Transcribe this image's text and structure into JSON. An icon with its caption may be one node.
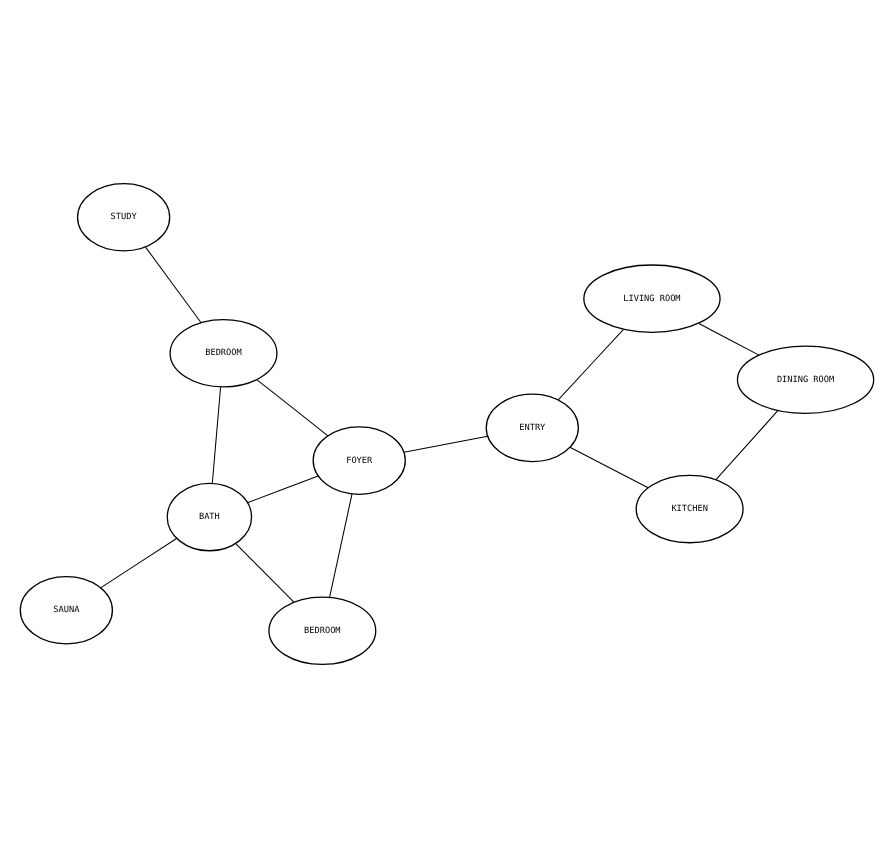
{
  "diagram": {
    "nodes": [
      {
        "text": [
          "STUDY"
        ]
      },
      {
        "text": [
          "LIVING ROOM"
        ]
      },
      {
        "text": [
          "SAUNA"
        ]
      },
      {
        "text": [
          "BEDROOM"
        ]
      },
      {
        "text": [
          "DINING ROOM"
        ]
      },
      {
        "text": [
          "BATH"
        ]
      },
      {
        "text": [
          "ENTRY"
        ]
      },
      {
        "text": [
          "FOYER"
        ]
      },
      {
        "text": [
          "BEDROOM"
        ]
      },
      {
        "text": [
          "KITCHEN"
        ]
      }
    ],
    "edges": [
      {
        "from": 0,
        "to": 3,
        "arrow": "none"
      },
      {
        "from": 1,
        "to": 6,
        "arrow": "none"
      },
      {
        "from": 1,
        "to": 4,
        "arrow": "none"
      },
      {
        "from": 2,
        "to": 5,
        "arrow": "none"
      },
      {
        "from": 3,
        "to": 5,
        "arrow": "none"
      },
      {
        "from": 3,
        "to": 7,
        "arrow": "none"
      },
      {
        "from": 4,
        "to": 9,
        "arrow": "none"
      },
      {
        "from": 5,
        "to": 7,
        "arrow": "none"
      },
      {
        "from": 8,
        "to": 5,
        "arrow": "none"
      },
      {
        "from": 8,
        "to": 7,
        "arrow": "none"
      },
      {
        "from": 7,
        "to": 6,
        "arrow": "none"
      },
      {
        "from": 6,
        "to": 9,
        "arrow": "none"
      }
    ]
  }
}
